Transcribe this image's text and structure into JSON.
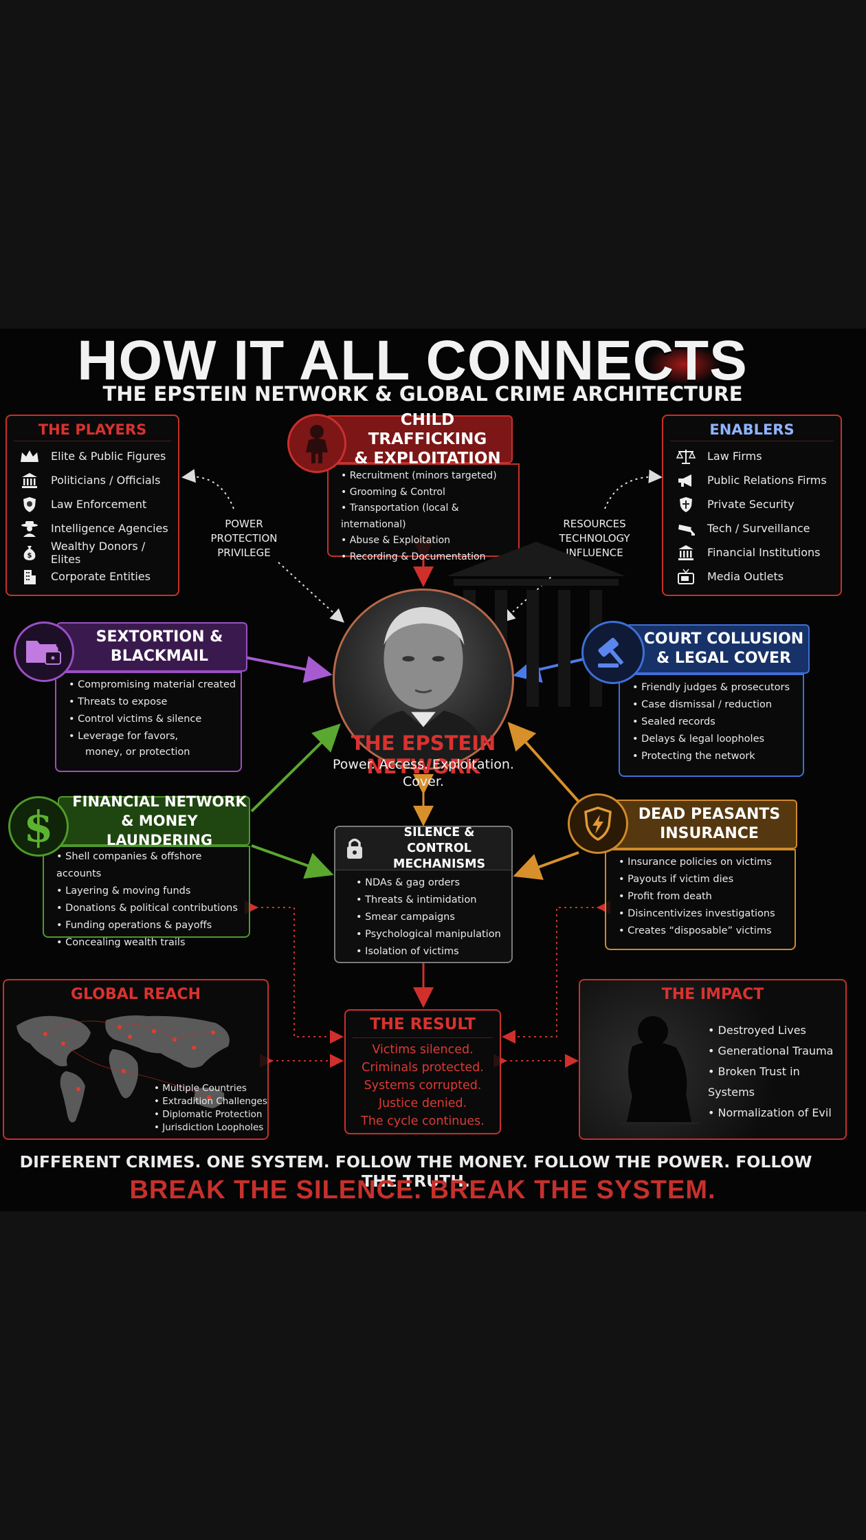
{
  "header": {
    "title": "HOW IT ALL CONNECTS",
    "subtitle": "THE EPSTEIN NETWORK & GLOBAL CRIME ARCHITECTURE"
  },
  "players": {
    "title": "THE PLAYERS",
    "items": [
      {
        "label": "Elite & Public Figures",
        "icon": "crown-icon"
      },
      {
        "label": "Politicians / Officials",
        "icon": "capitol-icon"
      },
      {
        "label": "Law Enforcement",
        "icon": "badge-icon"
      },
      {
        "label": "Intelligence Agencies",
        "icon": "spy-icon"
      },
      {
        "label": "Wealthy Donors / Elites",
        "icon": "money-bag-icon"
      },
      {
        "label": "Corporate Entities",
        "icon": "building-icon"
      }
    ]
  },
  "enablers": {
    "title": "ENABLERS",
    "items": [
      {
        "label": "Law Firms",
        "icon": "scales-icon"
      },
      {
        "label": "Public Relations Firms",
        "icon": "megaphone-icon"
      },
      {
        "label": "Private Security",
        "icon": "shield-icon"
      },
      {
        "label": "Tech / Surveillance",
        "icon": "camera-icon"
      },
      {
        "label": "Financial Institutions",
        "icon": "bank-icon"
      },
      {
        "label": "Media Outlets",
        "icon": "tv-icon"
      }
    ]
  },
  "trafficking": {
    "title_line1": "CHILD TRAFFICKING",
    "title_line2": "& EXPLOITATION",
    "items": [
      "Recruitment (minors targeted)",
      "Grooming & Control",
      "Transportation (local & international)",
      "Abuse & Exploitation",
      "Recording & Documentation"
    ]
  },
  "left_link": {
    "line1": "POWER",
    "line2": "PROTECTION",
    "line3": "PRIVILEGE"
  },
  "right_link": {
    "line1": "RESOURCES",
    "line2": "TECHNOLOGY",
    "line3": "INFLUENCE"
  },
  "sextortion": {
    "title_line1": "SEXTORTION &",
    "title_line2": "BLACKMAIL",
    "items": [
      "Compromising material created",
      "Threats to expose",
      "Control victims & silence",
      "Leverage for favors,"
    ],
    "item_cont": "money, or protection"
  },
  "court": {
    "title_line1": "COURT COLLUSION",
    "title_line2": "& LEGAL COVER",
    "items": [
      "Friendly judges & prosecutors",
      "Case dismissal / reduction",
      "Sealed records",
      "Delays & legal loopholes",
      "Protecting the network"
    ]
  },
  "center": {
    "title": "THE EPSTEIN NETWORK",
    "sub_line1": "Power. Access. Exploitation.",
    "sub_line2": "Cover."
  },
  "financial": {
    "title_line1": "FINANCIAL NETWORK",
    "title_line2": "& MONEY LAUNDERING",
    "items": [
      "Shell companies & offshore accounts",
      "Layering & moving funds",
      "Donations & political contributions",
      "Funding operations & payoffs",
      "Concealing wealth trails"
    ]
  },
  "silence": {
    "title_line1": "SILENCE & CONTROL",
    "title_line2": "MECHANISMS",
    "items": [
      "NDAs & gag orders",
      "Threats & intimidation",
      "Smear campaigns",
      "Psychological manipulation",
      "Isolation of victims"
    ]
  },
  "insurance": {
    "title_line1": "DEAD PEASANTS",
    "title_line2": "INSURANCE",
    "items": [
      "Insurance policies on victims",
      "Payouts if victim dies",
      "Profit from death",
      "Disincentivizes investigations",
      "Creates “disposable” victims"
    ]
  },
  "global": {
    "title": "GLOBAL REACH",
    "items": [
      "Multiple Countries",
      "Extradition Challenges",
      "Diplomatic Protection",
      "Jurisdiction Loopholes"
    ]
  },
  "result": {
    "title": "THE RESULT",
    "lines": [
      "Victims silenced.",
      "Criminals protected.",
      "Systems corrupted.",
      "Justice denied.",
      "The cycle continues."
    ]
  },
  "impact": {
    "title": "THE IMPACT",
    "items": [
      "Destroyed Lives",
      "Generational Trauma",
      "Broken Trust in Systems",
      "Normalization of Evil"
    ]
  },
  "footer": {
    "line1": "DIFFERENT CRIMES. ONE SYSTEM. FOLLOW THE MONEY. FOLLOW THE POWER. FOLLOW THE TRUTH.",
    "line2": "BREAK THE SILENCE. BREAK THE SYSTEM."
  },
  "colors": {
    "red": "#c8302c",
    "purple": "#9b4fc4",
    "blue": "#3f6fd8",
    "green": "#4f9a2a",
    "orange": "#d08a2a",
    "enablers_title": "#8fb4ff",
    "background": "#050505"
  }
}
